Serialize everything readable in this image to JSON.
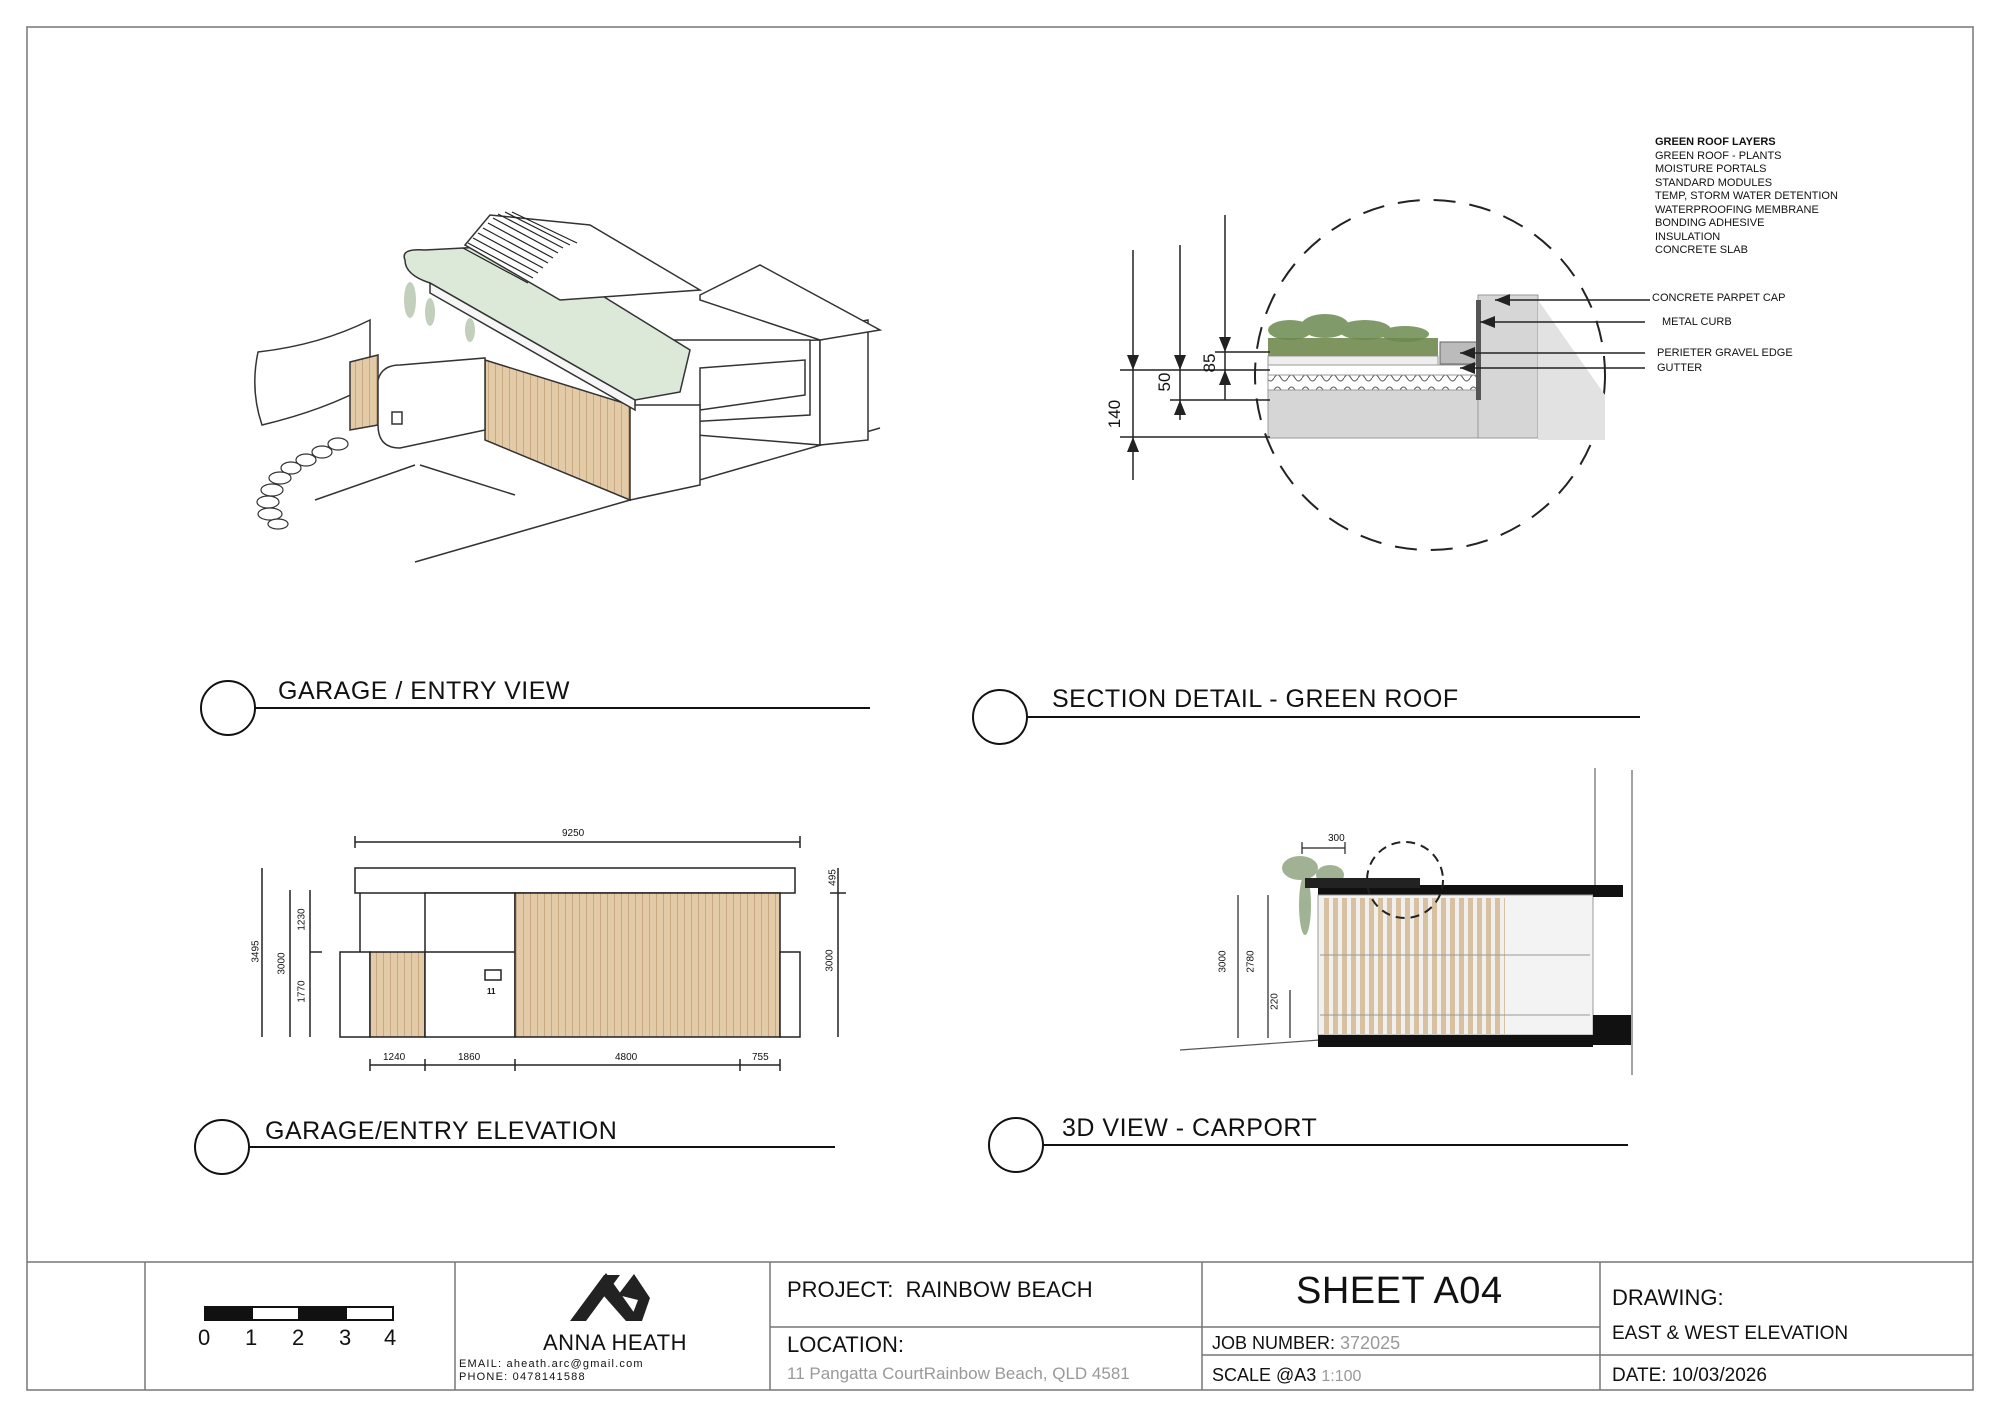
{
  "views": {
    "garage_entry_view": {
      "title": "GARAGE / ENTRY VIEW"
    },
    "section_detail": {
      "title": "SECTION DETAIL - GREEN ROOF",
      "layers_title": "GREEN ROOF LAYERS",
      "layers": [
        "GREEN ROOF - PLANTS",
        "MOISTURE PORTALS",
        "STANDARD MODULES",
        "TEMP, STORM WATER DETENTION",
        "WATERPROOFING MEMBRANE",
        "BONDING ADHESIVE",
        "INSULATION",
        "CONCRETE SLAB"
      ],
      "callouts": [
        "CONCRETE PARPET CAP",
        "METAL CURB",
        "PERIETER GRAVEL EDGE",
        "GUTTER"
      ],
      "dims": {
        "d140": "140",
        "d50": "50",
        "d85": "85"
      }
    },
    "elevation": {
      "title": "GARAGE/ENTRY ELEVATION",
      "dims": {
        "top": "9250",
        "h3495": "3495",
        "h3000": "3000",
        "h1230": "1230",
        "h1770": "1770",
        "h495": "495",
        "h3000r": "3000",
        "w1240": "1240",
        "w1860": "1860",
        "w4800": "4800",
        "w755": "755"
      },
      "house_number": "11"
    },
    "carport": {
      "title": "3D VIEW - CARPORT",
      "dims": {
        "d300": "300",
        "d3000": "3000",
        "d2780": "2780",
        "d220": "220"
      }
    }
  },
  "titleblock": {
    "scale_labels": [
      "0",
      "1",
      "2",
      "3",
      "4"
    ],
    "company": "ANNA HEATH",
    "email": "EMAIL: aheath.arc@gmail.com",
    "phone": "PHONE: 0478141588",
    "project_label": "PROJECT:",
    "project_value": "RAINBOW BEACH",
    "location_label": "LOCATION:",
    "location_value": "11 Pangatta CourtRainbow Beach, QLD 4581",
    "sheet": "SHEET A04",
    "job_label": "JOB NUMBER:",
    "job_value": "372025",
    "scale_label": "SCALE @A3",
    "scale_value": "1:100",
    "drawing_label": "DRAWING:",
    "drawing_value": "EAST & WEST ELEVATION",
    "date_label": "DATE:",
    "date_value": "10/03/2026"
  },
  "colors": {
    "timber": "#e2c9a6",
    "greenroof": "#dfe9dc",
    "plants": "#6e8a55",
    "concrete": "#d6d6d6"
  }
}
